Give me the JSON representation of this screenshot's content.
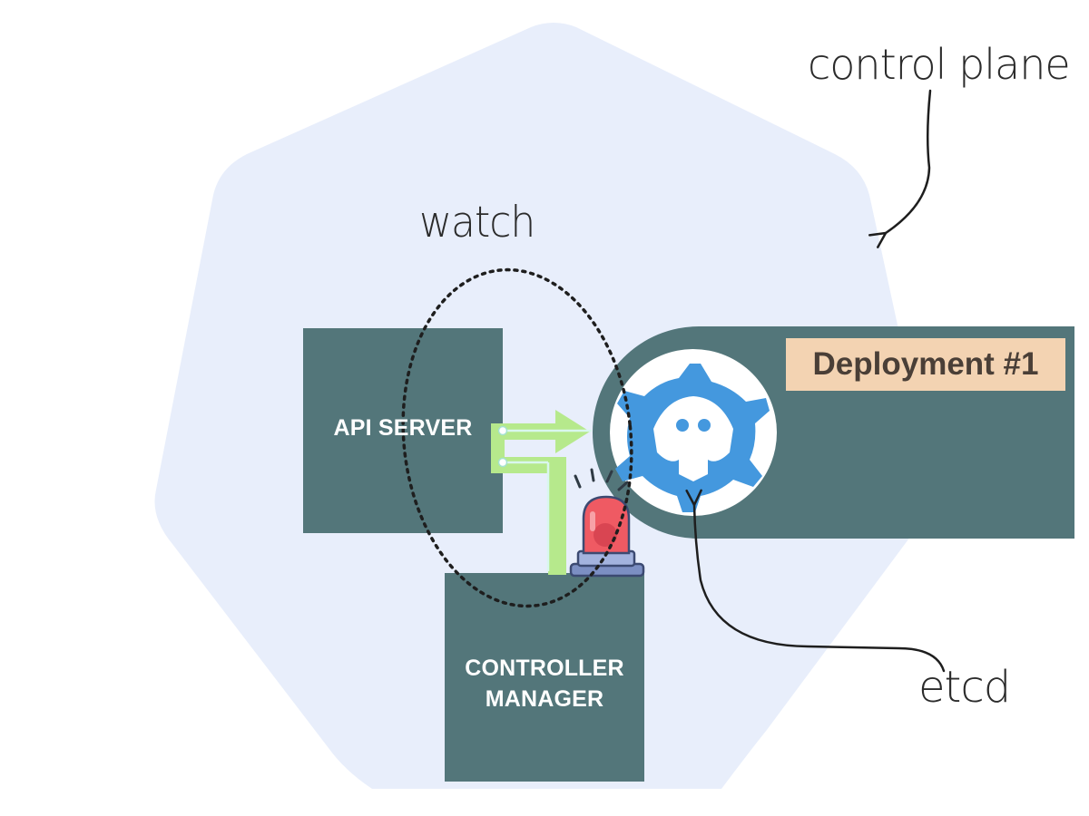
{
  "components": {
    "api_server": "API SERVER",
    "controller_manager": "CONTROLLER\nMANAGER",
    "deployment": "Deployment #1"
  },
  "annotations": {
    "watch": "watch",
    "control_plane": "control plane",
    "etcd": "etcd"
  },
  "icons": {
    "store": "etcd-icon",
    "alert": "siren-icon"
  },
  "colors": {
    "background": "#ffffff",
    "control_plane_fill": "#e8eefb",
    "box_fill": "#53767a",
    "etcd_icon": "#4498de",
    "arrow_green": "#b6e98c",
    "deployment_tag": "#f3d3b2",
    "siren_red": "#ef5a63",
    "siren_base": "#7c8fc3"
  }
}
